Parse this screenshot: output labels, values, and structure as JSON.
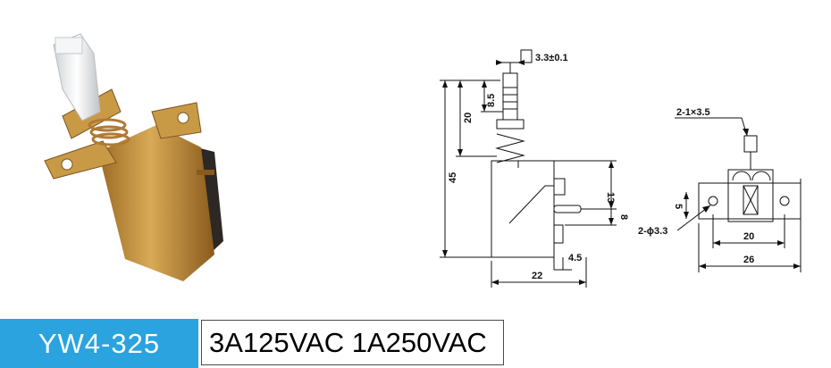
{
  "model": "YW4-325",
  "rating": "3A125VAC 1A250VAC",
  "dimensions": {
    "shaft_tol": "3.3±0.1",
    "d8_5": "8.5",
    "d20": "20",
    "d45": "45",
    "d13": "13",
    "d8": "8",
    "d4_5": "4.5",
    "d22": "22",
    "holes_top": "2-1×3.5",
    "d5": "5",
    "holes_dia": "2-ϕ3.3",
    "d20b": "20",
    "d26": "26"
  },
  "colors": {
    "badge": "#2aa3de",
    "metal": "#c7963c",
    "body_dark": "#2d2823",
    "plastic": "#eef0f2"
  }
}
